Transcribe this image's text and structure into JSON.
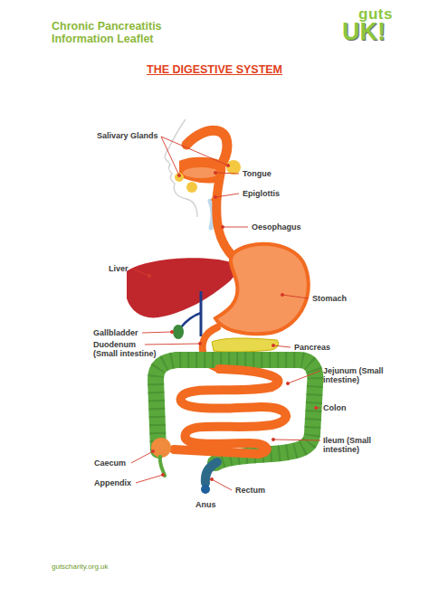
{
  "diagram": {
    "title": "THE DIGESTIVE SYSTEM",
    "labels": [
      "Chronic Pancreatitis Information Leaflet",
      "guts",
      "UK!",
      "Salivary Glands",
      "Tongue",
      "Epiglottis",
      "Oesophagus",
      "Liver",
      "Stomach",
      "Gallbladder",
      "Duodenum (Small intestine)",
      "Pancreas",
      "Jejunum (Small intestine)",
      "Colon",
      "Ileum (Small intestine)",
      "Caecum",
      "Appendix",
      "Rectum",
      "Anus",
      "gutscharity.org.uk"
    ]
  }
}
